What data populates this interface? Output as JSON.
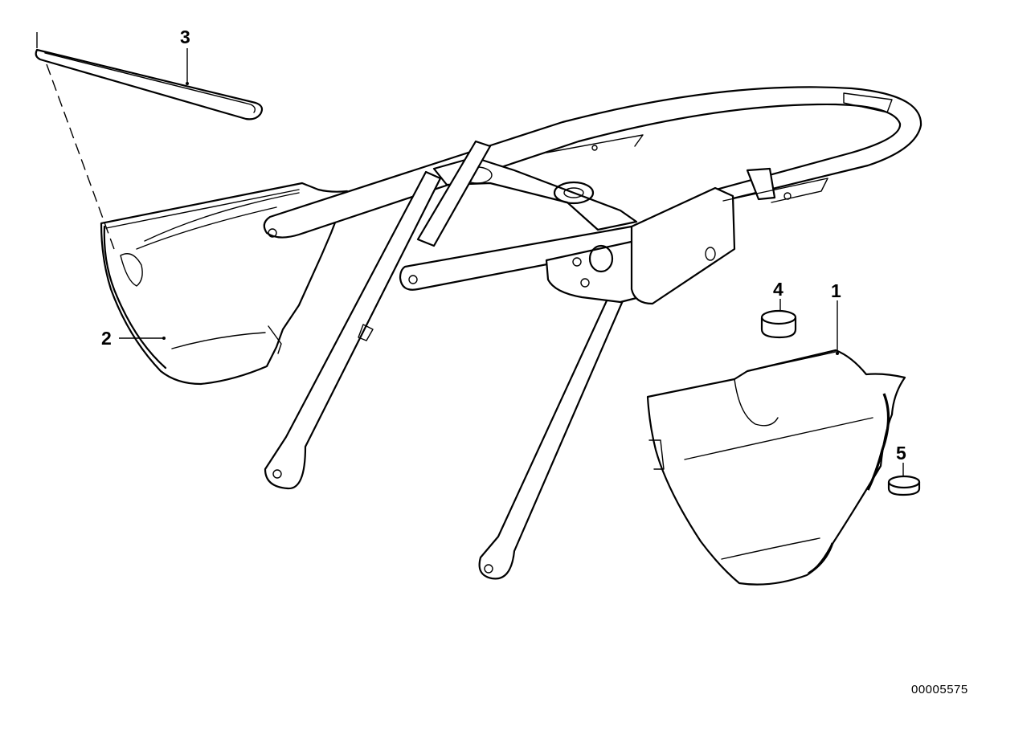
{
  "diagram": {
    "callouts": [
      {
        "id": "1",
        "label": "1"
      },
      {
        "id": "2",
        "label": "2"
      },
      {
        "id": "3",
        "label": "3"
      },
      {
        "id": "4",
        "label": "4"
      },
      {
        "id": "5",
        "label": "5"
      }
    ],
    "document_number": "00005575"
  }
}
